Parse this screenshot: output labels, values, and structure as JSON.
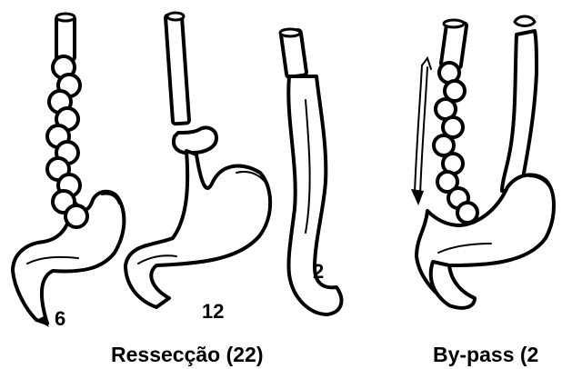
{
  "figure": {
    "captions": {
      "resection": "Ressecção (22)",
      "bypass": "By-pass (2"
    },
    "case_counts": {
      "fig1": "6",
      "fig2": "12",
      "fig3": "2"
    }
  }
}
